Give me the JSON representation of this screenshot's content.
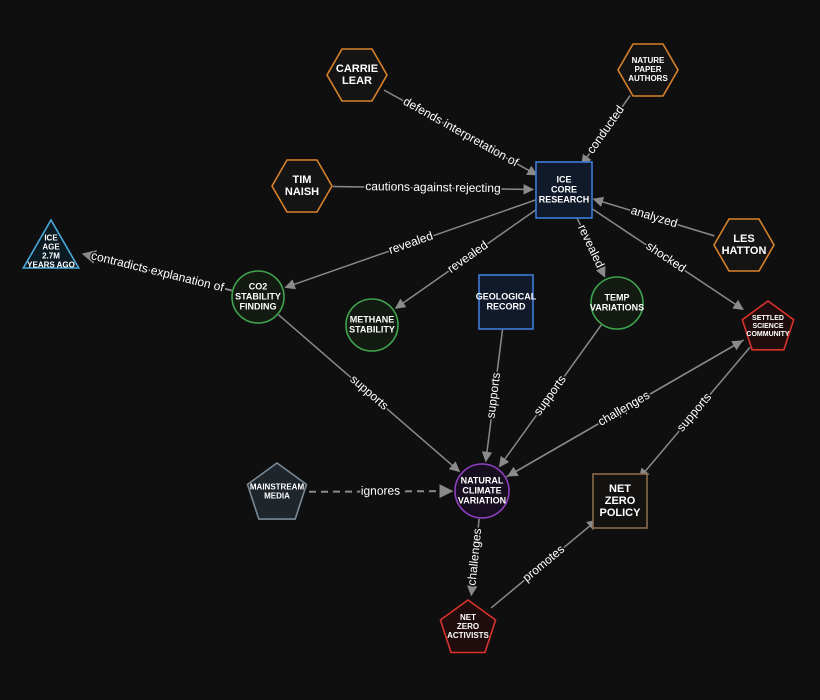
{
  "colors": {
    "background": "#0f0f0f",
    "edge": "#8a8a8a",
    "person_stroke": "#d9822b",
    "research_stroke": "#3d7bd9",
    "finding_stroke": "#3fa34d",
    "natural_stroke": "#8e3fbf",
    "group_stroke": "#d9322b",
    "policy_stroke": "#8a6a4a",
    "media_stroke": "#7a8a96",
    "triangle_stroke": "#4aa8d8"
  },
  "nodes": [
    {
      "id": "carrie-lear",
      "shape": "hexagon",
      "kind": "person",
      "label": [
        "CARRIE",
        "LEAR"
      ]
    },
    {
      "id": "nature-paper-authors",
      "shape": "hexagon",
      "kind": "person",
      "label": [
        "NATURE",
        "PAPER",
        "AUTHORS"
      ]
    },
    {
      "id": "tim-naish",
      "shape": "hexagon",
      "kind": "person",
      "label": [
        "TIM",
        "NAISH"
      ]
    },
    {
      "id": "ice-core-research",
      "shape": "square",
      "kind": "research",
      "label": [
        "ICE",
        "CORE",
        "RESEARCH"
      ]
    },
    {
      "id": "les-hatton",
      "shape": "hexagon",
      "kind": "person",
      "label": [
        "LES",
        "HATTON"
      ]
    },
    {
      "id": "ice-age",
      "shape": "triangle",
      "kind": "event",
      "label": [
        "ICE",
        "AGE",
        "2.7M",
        "YEARS AGO"
      ]
    },
    {
      "id": "co2-stability-finding",
      "shape": "circle",
      "kind": "finding",
      "label": [
        "CO2",
        "STABILITY",
        "FINDING"
      ]
    },
    {
      "id": "methane-stability",
      "shape": "circle",
      "kind": "finding",
      "label": [
        "METHANE",
        "STABILITY"
      ]
    },
    {
      "id": "geological-record",
      "shape": "square",
      "kind": "research",
      "label": [
        "GEOLOGICAL",
        "RECORD"
      ]
    },
    {
      "id": "temp-variations",
      "shape": "circle",
      "kind": "finding",
      "label": [
        "TEMP",
        "VARIATIONS"
      ]
    },
    {
      "id": "settled-science-community",
      "shape": "pentagon",
      "kind": "group",
      "label": [
        "SETTLED",
        "SCIENCE",
        "COMMUNITY"
      ]
    },
    {
      "id": "mainstream-media",
      "shape": "pentagon",
      "kind": "media",
      "label": [
        "MAINSTREAM",
        "MEDIA"
      ]
    },
    {
      "id": "natural-climate-variation",
      "shape": "circle",
      "kind": "natural",
      "label": [
        "NATURAL",
        "CLIMATE",
        "VARIATION"
      ]
    },
    {
      "id": "net-zero-policy",
      "shape": "square",
      "kind": "policy",
      "label": [
        "NET",
        "ZERO",
        "POLICY"
      ]
    },
    {
      "id": "net-zero-activists",
      "shape": "pentagon",
      "kind": "group",
      "label": [
        "NET",
        "ZERO",
        "ACTIVISTS"
      ]
    }
  ],
  "edges": [
    {
      "from": "carrie-lear",
      "to": "ice-core-research",
      "label": "defends interpretation of"
    },
    {
      "from": "nature-paper-authors",
      "to": "ice-core-research",
      "label": "conducted"
    },
    {
      "from": "tim-naish",
      "to": "ice-core-research",
      "label": "cautions against rejecting"
    },
    {
      "from": "les-hatton",
      "to": "ice-core-research",
      "label": "analyzed"
    },
    {
      "from": "ice-core-research",
      "to": "co2-stability-finding",
      "label": "revealed"
    },
    {
      "from": "ice-core-research",
      "to": "methane-stability",
      "label": "revealed"
    },
    {
      "from": "ice-core-research",
      "to": "temp-variations",
      "label": "revealed"
    },
    {
      "from": "ice-core-research",
      "to": "settled-science-community",
      "label": "shocked"
    },
    {
      "from": "co2-stability-finding",
      "to": "ice-age",
      "label": "contradicts explanation of",
      "dashed": true
    },
    {
      "from": "co2-stability-finding",
      "to": "natural-climate-variation",
      "label": "supports"
    },
    {
      "from": "geological-record",
      "to": "natural-climate-variation",
      "label": "supports"
    },
    {
      "from": "temp-variations",
      "to": "natural-climate-variation",
      "label": "supports"
    },
    {
      "from": "settled-science-community",
      "to": "natural-climate-variation",
      "label": "supports"
    },
    {
      "from": "natural-climate-variation",
      "to": "settled-science-community",
      "label": "challenges"
    },
    {
      "from": "settled-science-community",
      "to": "net-zero-policy",
      "label": "supports"
    },
    {
      "from": "mainstream-media",
      "to": "natural-climate-variation",
      "label": "ignores",
      "dashed": true
    },
    {
      "from": "natural-climate-variation",
      "to": "net-zero-activists",
      "label": "challenges"
    },
    {
      "from": "net-zero-activists",
      "to": "net-zero-policy",
      "label": "promotes"
    }
  ]
}
